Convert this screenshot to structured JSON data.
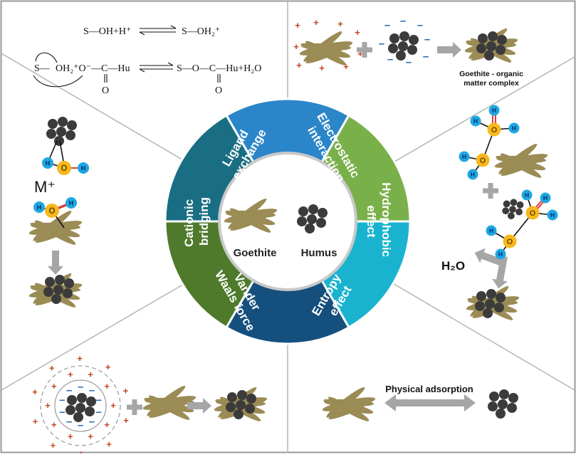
{
  "center": {
    "goethite_label": "Goethite",
    "humus_label": "Humus"
  },
  "mechanisms": {
    "ligand_exchange": [
      "Ligand",
      "exchange"
    ],
    "electrostatic_interaction": [
      "Electrostatic",
      "interaction"
    ],
    "hydrophobic_effect": [
      "Hydrophobic",
      "effect"
    ],
    "entropy_effect": [
      "Entropy",
      "effect"
    ],
    "van_der_waals_force": [
      "Vander",
      "Waals force"
    ],
    "cationic_bridging": [
      "Cationic",
      "bridging"
    ]
  },
  "equations": {
    "eq1_left": "S—OH+H⁺",
    "eq1_right": "S—OH₂⁺",
    "eq2_left_s": "S—",
    "eq2_left_oh2": "OH₂⁺O⁻—C—Hu",
    "eq2_right": "S—O—C—Hu+H₂O",
    "carbonyl_o": "O"
  },
  "labels": {
    "complex_line1": "Goethite - organic",
    "complex_line2": "matter complex",
    "cation": "M⁺",
    "water": "H₂O",
    "physical_adsorption": "Physical adsorption"
  },
  "atoms": {
    "hydrogen": "H",
    "oxygen": "O",
    "plus_sign": "+",
    "minus_sign": "–"
  },
  "colors": {
    "ligand_exchange": "#1a6e83",
    "electrostatic_interaction": "#2b86c9",
    "hydrophobic_effect": "#7ab04a",
    "entropy_effect": "#1ab3cf",
    "van_der_waals_force": "#154f7d",
    "cationic_bridging": "#4f7a2c",
    "goethite": "#9b8c55",
    "humus": "#3b3b3b",
    "arrow": "#a6a6a6",
    "positive_charge": "#c0431b",
    "negative_charge": "#1f66b5",
    "hydrogen_atom": "#1ea7e3",
    "oxygen_atom": "#f7b81e",
    "bond_double": "#e03a3a"
  }
}
